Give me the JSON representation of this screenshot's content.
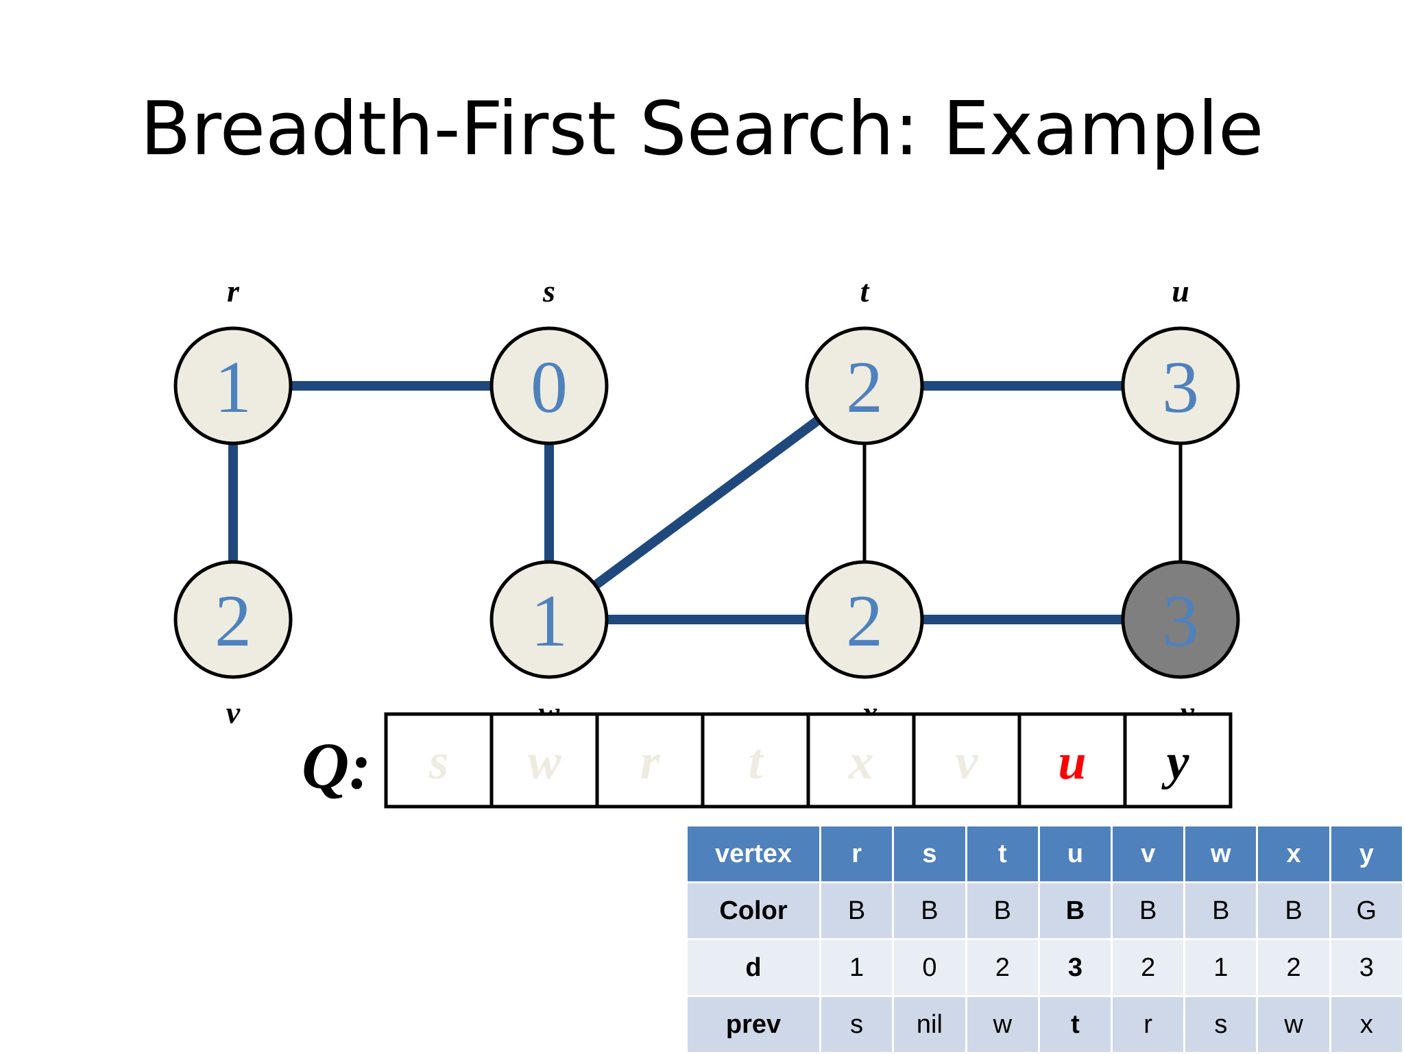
{
  "title": "Breadth-First Search: Example",
  "colors": {
    "edge_tree": "#1f497d",
    "edge_plain": "#000000",
    "node_fill": "#eeece1",
    "node_gray": "#7f7f7f",
    "node_number": "#4f81bd",
    "queue_faded": "#eeece1",
    "queue_current": "#ff0000",
    "table_header": "#4f81bd"
  },
  "graph": {
    "nodes": [
      {
        "id": "r",
        "label": "r",
        "d": "1",
        "color": "white"
      },
      {
        "id": "s",
        "label": "s",
        "d": "0",
        "color": "white"
      },
      {
        "id": "t",
        "label": "t",
        "d": "2",
        "color": "white"
      },
      {
        "id": "u",
        "label": "u",
        "d": "3",
        "color": "white"
      },
      {
        "id": "v",
        "label": "v",
        "d": "2",
        "color": "white"
      },
      {
        "id": "w",
        "label": "w",
        "d": "1",
        "color": "white"
      },
      {
        "id": "x",
        "label": "x",
        "d": "2",
        "color": "white"
      },
      {
        "id": "y",
        "label": "y",
        "d": "3",
        "color": "gray"
      }
    ],
    "edges": [
      {
        "from": "r",
        "to": "s",
        "tree": true
      },
      {
        "from": "r",
        "to": "v",
        "tree": true
      },
      {
        "from": "s",
        "to": "w",
        "tree": true
      },
      {
        "from": "w",
        "to": "t",
        "tree": true
      },
      {
        "from": "w",
        "to": "x",
        "tree": true
      },
      {
        "from": "t",
        "to": "u",
        "tree": true
      },
      {
        "from": "t",
        "to": "x",
        "tree": false
      },
      {
        "from": "u",
        "to": "y",
        "tree": false
      },
      {
        "from": "x",
        "to": "y",
        "tree": true
      }
    ]
  },
  "queue": {
    "label": "Q:",
    "cells": [
      {
        "value": "s",
        "state": "dequeued"
      },
      {
        "value": "w",
        "state": "dequeued"
      },
      {
        "value": "r",
        "state": "dequeued"
      },
      {
        "value": "t",
        "state": "dequeued"
      },
      {
        "value": "x",
        "state": "dequeued"
      },
      {
        "value": "v",
        "state": "dequeued"
      },
      {
        "value": "u",
        "state": "current"
      },
      {
        "value": "y",
        "state": "pending"
      }
    ]
  },
  "table": {
    "header": [
      "vertex",
      "r",
      "s",
      "t",
      "u",
      "v",
      "w",
      "x",
      "y"
    ],
    "rows": [
      {
        "label": "Color",
        "values": [
          "B",
          "B",
          "B",
          "B",
          "B",
          "B",
          "B",
          "G"
        ]
      },
      {
        "label": "d",
        "values": [
          "1",
          "0",
          "2",
          "3",
          "2",
          "1",
          "2",
          "3"
        ]
      },
      {
        "label": "prev",
        "values": [
          "s",
          "nil",
          "w",
          "t",
          "r",
          "s",
          "w",
          "x"
        ]
      }
    ],
    "highlight_column": 3
  }
}
